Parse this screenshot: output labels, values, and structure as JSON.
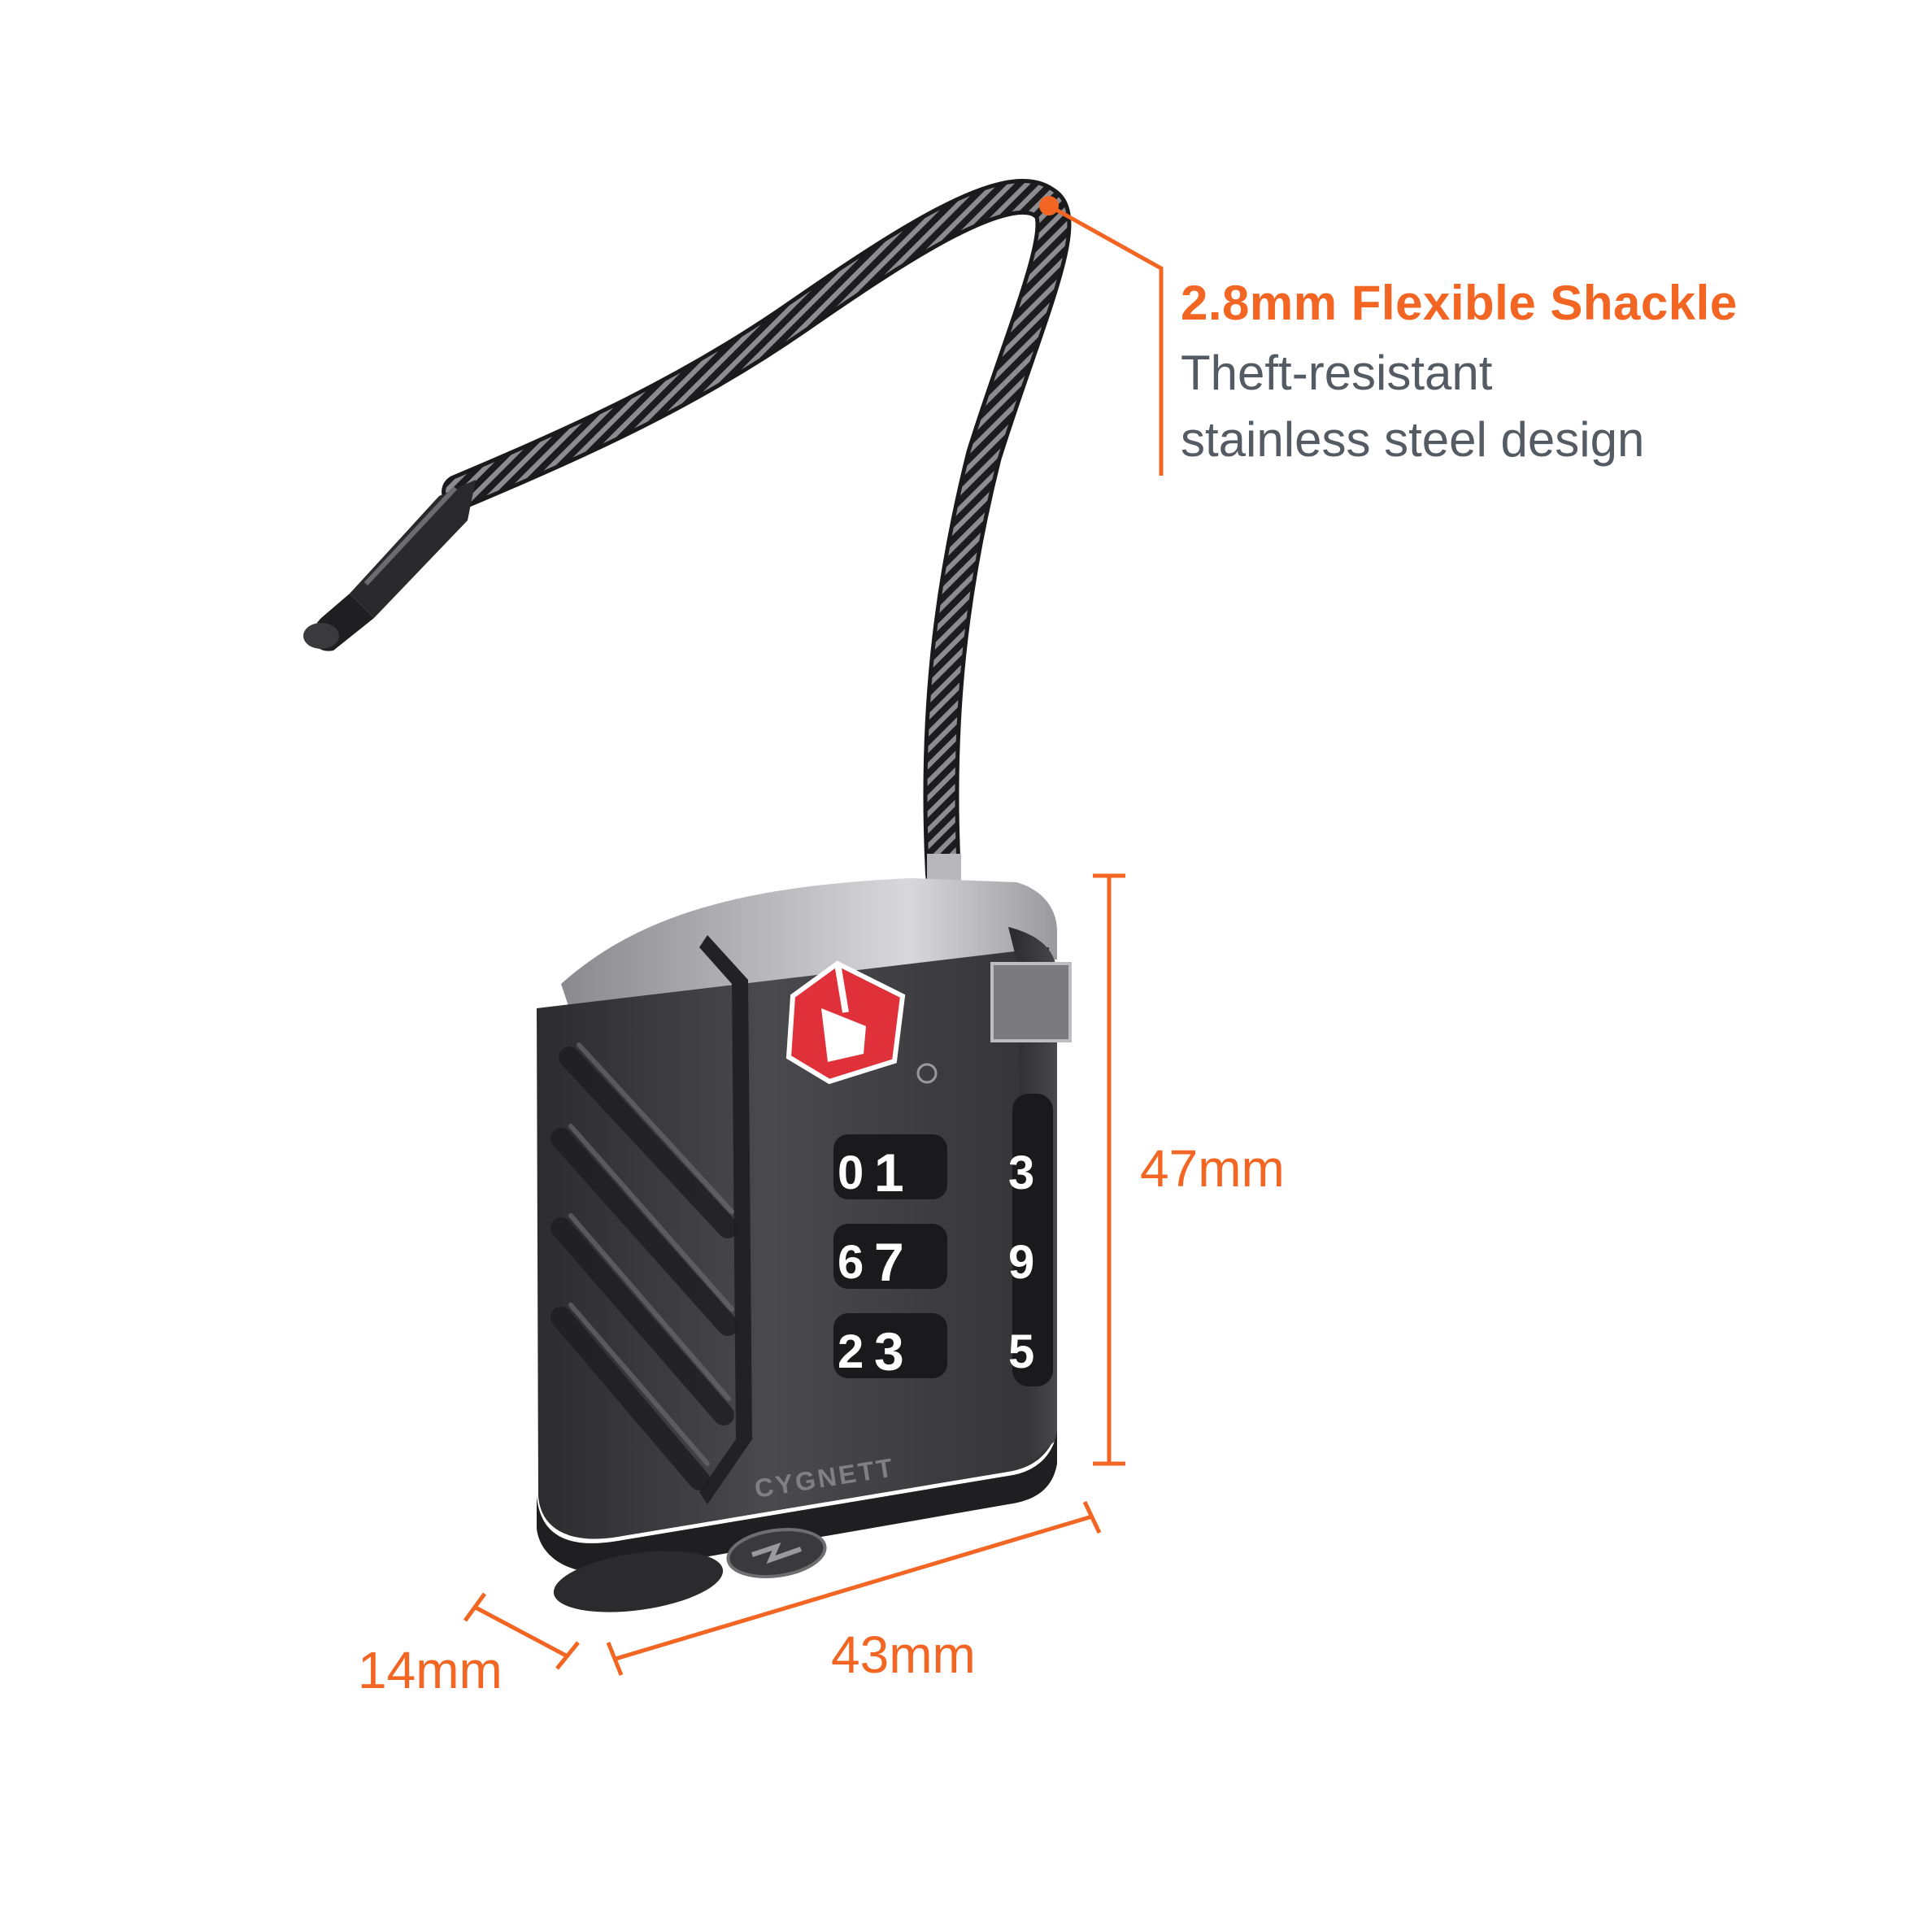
{
  "colors": {
    "accent": "#f26522",
    "body_text": "#545b63",
    "lock_body": "#3b3b3e",
    "tsa_red": "#e0303a",
    "background": "#ffffff"
  },
  "callout": {
    "title": "2.8mm Flexible Shackle",
    "lines": [
      "Theft-resistant",
      "stainless steel design"
    ]
  },
  "dimensions": {
    "height": "47mm",
    "width": "43mm",
    "depth": "14mm"
  },
  "product": {
    "brand": "CYGNETT",
    "dial_rows": [
      [
        "0",
        "1",
        "",
        "3"
      ],
      [
        "6",
        "7",
        "",
        "9"
      ],
      [
        "2",
        "3",
        "",
        "5"
      ]
    ],
    "icons": [
      "tsa-logo-icon",
      "keyhole-icon",
      "registered-mark-icon"
    ]
  }
}
